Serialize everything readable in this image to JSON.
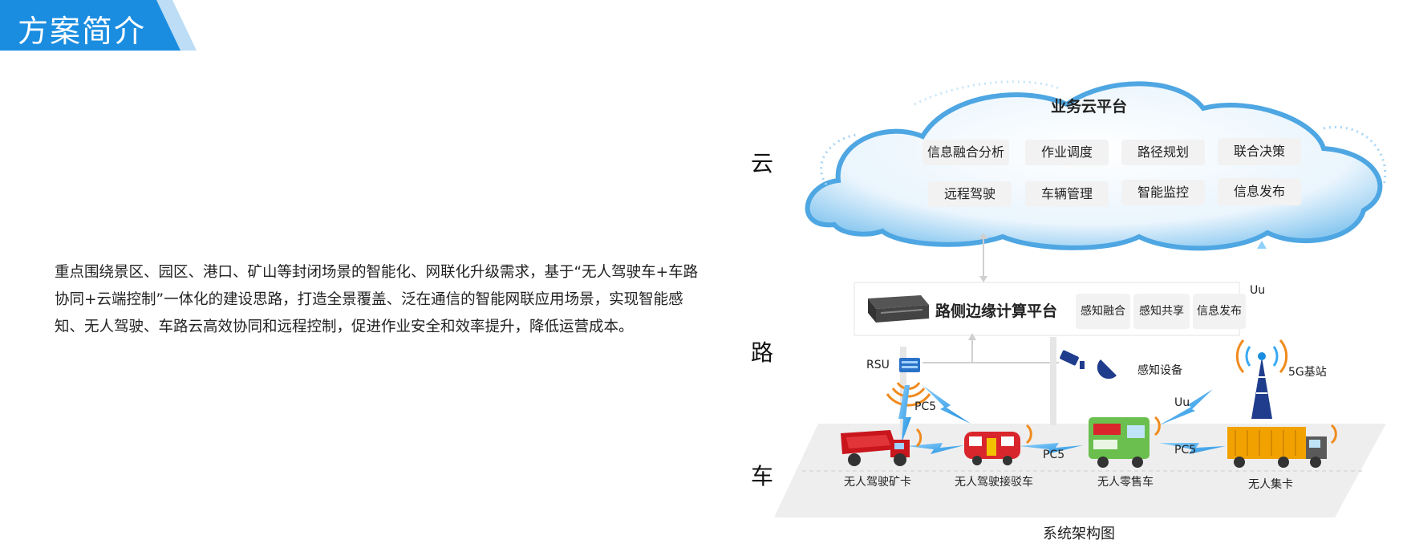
{
  "header": {
    "title": "方案简介"
  },
  "intro": {
    "paragraph": "重点围绕景区、园区、港口、矿山等封闭场景的智能化、网联化升级需求，基于“无人驾驶车+车路协同+云端控制”一体化的建设思路，打造全景覆盖、泛在通信的智能网联应用场景，实现智能感知、无人驾驶、车路云高效协同和远程控制，促进作业安全和效率提升，降低运营成本。"
  },
  "layers": {
    "cloud": "云",
    "road": "路",
    "vehicle": "车"
  },
  "cloud_platform": {
    "title": "业务云平台",
    "modules": [
      "信息融合分析",
      "作业调度",
      "路径规划",
      "联合决策",
      "远程驾驶",
      "车辆管理",
      "智能监控",
      "信息发布"
    ]
  },
  "edge_platform": {
    "title": "路侧边缘计算平台",
    "modules": [
      "感知融合",
      "感知共享",
      "信息发布"
    ]
  },
  "devices": {
    "rsu": "RSU",
    "sensing": "感知设备",
    "base_station": "5G基站"
  },
  "links": {
    "uu_top": "Uu",
    "uu_mid": "Uu",
    "pc5_1": "PC5",
    "pc5_2": "PC5",
    "pc5_3": "PC5"
  },
  "vehicles": [
    "无人驾驶矿卡",
    "无人驾驶接驳车",
    "无人零售车",
    "无人集卡"
  ],
  "caption": "系统架构图",
  "colors": {
    "banner": "#1a8de0",
    "link_blue": "#1a8de0",
    "signal_orange": "#f08a1c"
  }
}
